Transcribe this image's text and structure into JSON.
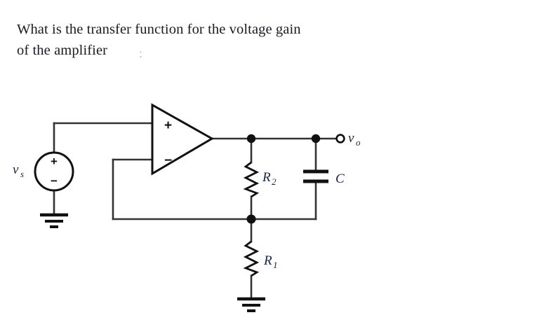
{
  "question": {
    "line1": "What is the transfer function for the voltage gain",
    "line2": "of the amplifier",
    "trailing": ":"
  },
  "circuit": {
    "title": "non-inverting-op-amp-rc-circuit",
    "labels": {
      "source": "v",
      "source_sub": "s",
      "output": "v",
      "output_sub": "o",
      "r2": "R",
      "r2_sub": "2",
      "r1": "R",
      "r1_sub": "1",
      "cap": "C"
    },
    "opamp": {
      "plus": "+",
      "minus": "−"
    },
    "source_symbols": {
      "plus": "+",
      "minus": "−"
    },
    "colors": {
      "wire": "#333333",
      "label": "#1b2340",
      "background": "#ffffff",
      "text": "#1a1a22"
    }
  }
}
